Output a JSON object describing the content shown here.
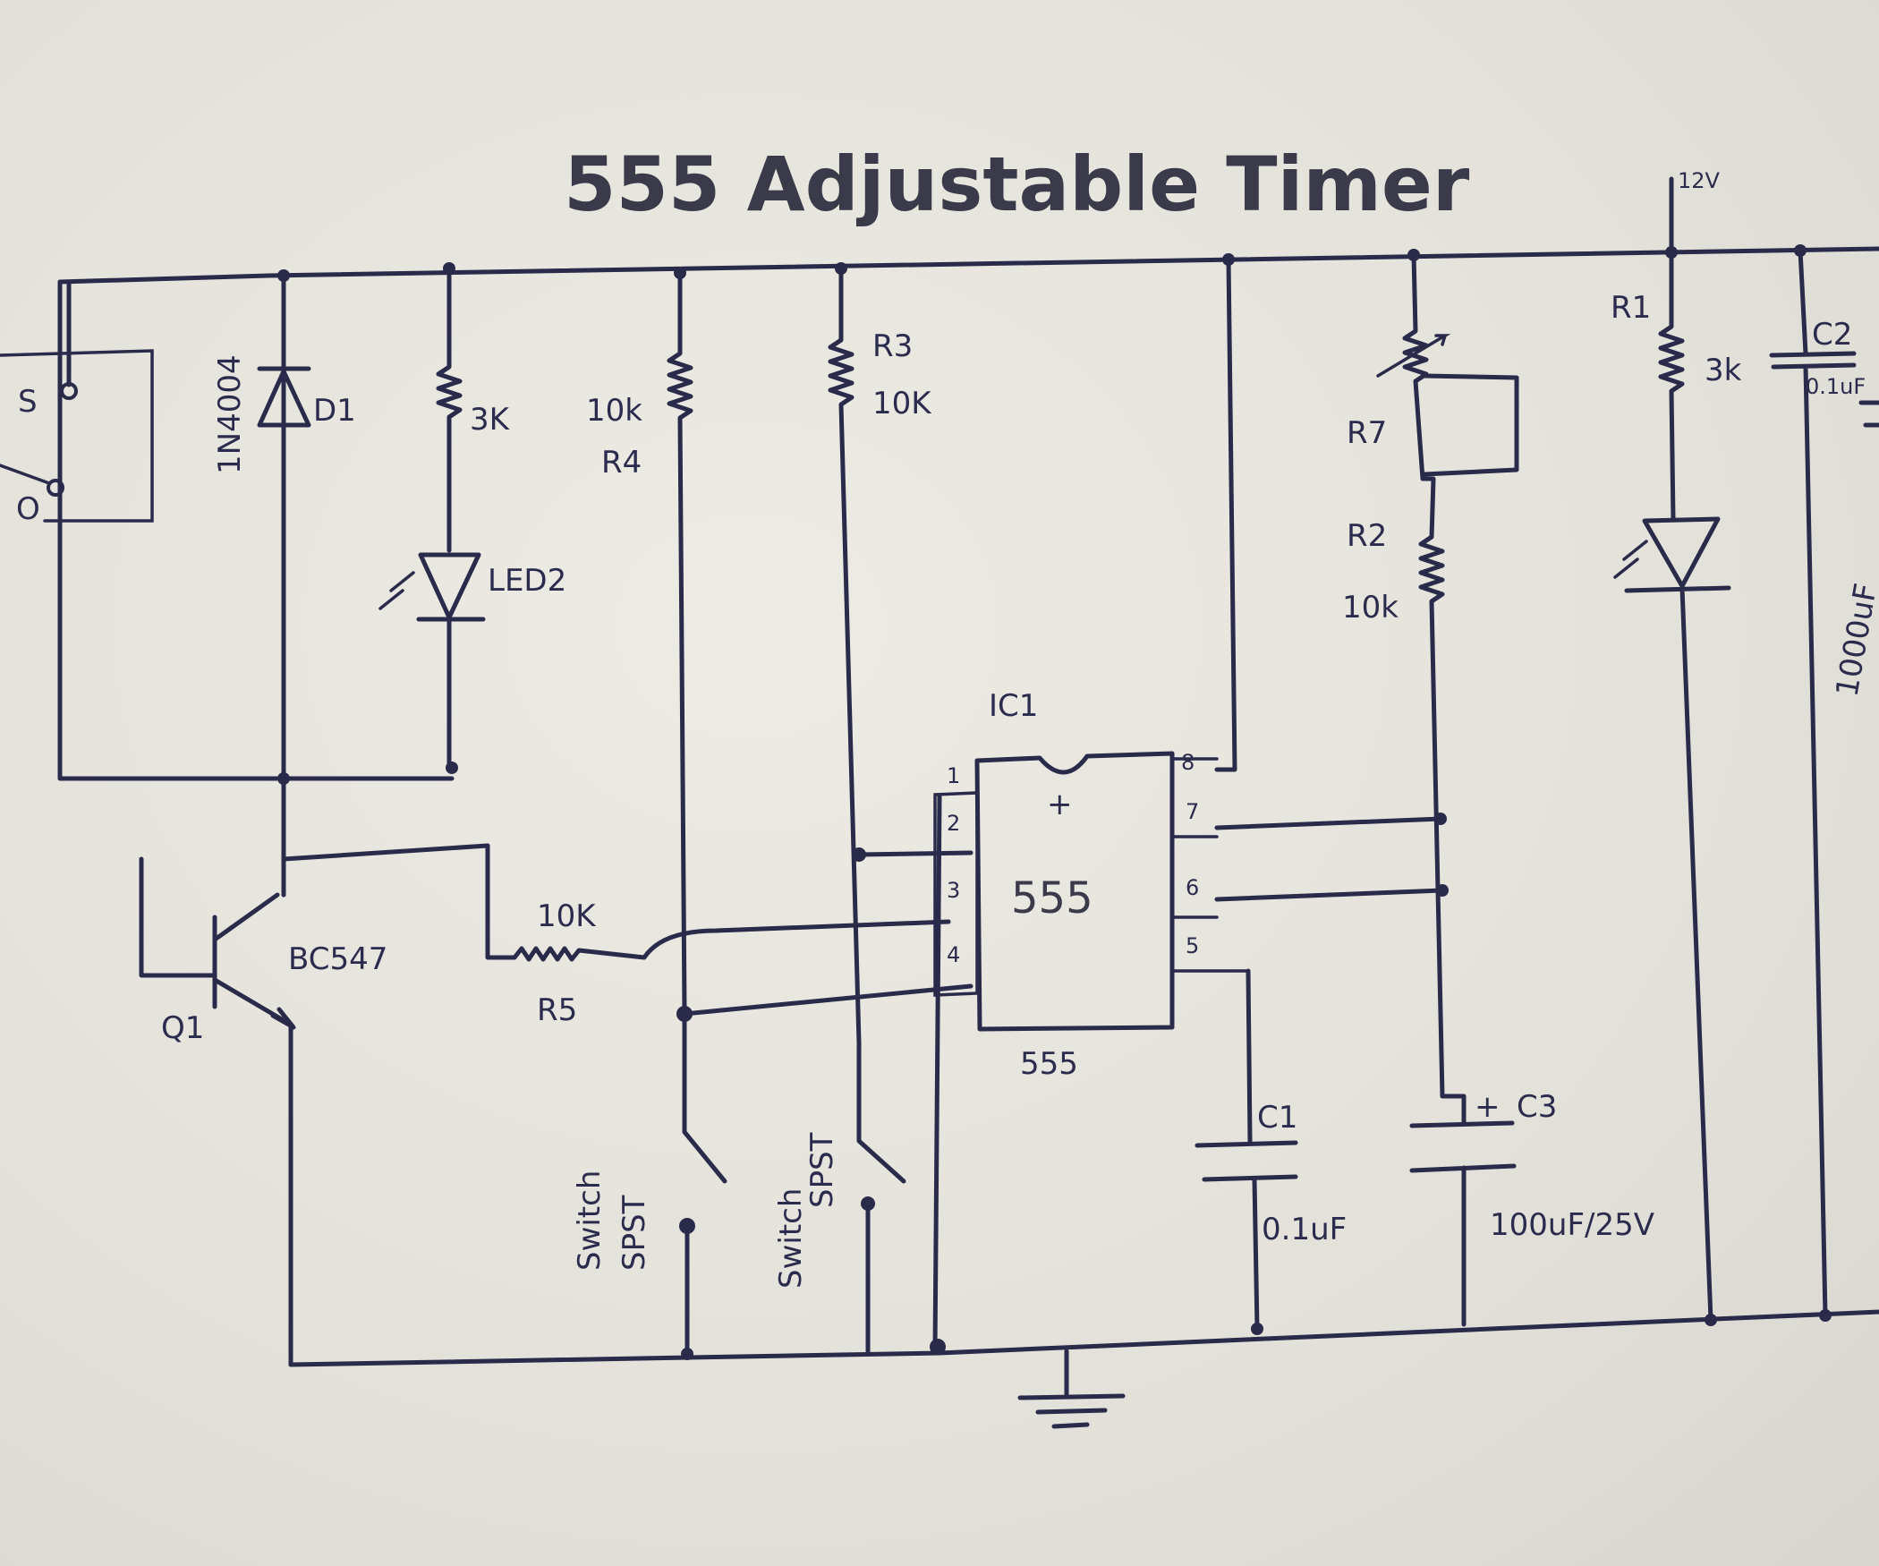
{
  "title": "555 Adjustable Timer",
  "supply": "12V",
  "relay": {
    "contact_s": "S",
    "contact_o": "O"
  },
  "d1": {
    "name": "D1",
    "part": "1N4004"
  },
  "led2": {
    "name": "LED2",
    "resistor": "3K"
  },
  "r4": {
    "name": "R4",
    "value": "10k"
  },
  "r3": {
    "name": "R3",
    "value": "10K"
  },
  "r5": {
    "name": "R5",
    "value": "10K"
  },
  "q1": {
    "name": "Q1",
    "part": "BC547"
  },
  "ic": {
    "name": "IC1",
    "label": "555",
    "bottom_label": "555",
    "pins": [
      "1",
      "2",
      "3",
      "4",
      "5",
      "6",
      "7",
      "8"
    ],
    "pin1_mark": "+"
  },
  "r7": {
    "name": "R7"
  },
  "r2": {
    "name": "R2",
    "value": "10k"
  },
  "r1": {
    "name": "R1",
    "value": "3k"
  },
  "c1": {
    "name": "C1",
    "value": "0.1uF"
  },
  "c2": {
    "name": "C2",
    "value": "0.1uF"
  },
  "c3": {
    "name": "C3",
    "value": "100uF/25V",
    "plus": "+"
  },
  "c4": {
    "value": "1000uF"
  },
  "switch1": {
    "line1": "Switch",
    "line2": "SPST"
  },
  "switch2": {
    "line1": "Switch",
    "line2": "SPST"
  }
}
